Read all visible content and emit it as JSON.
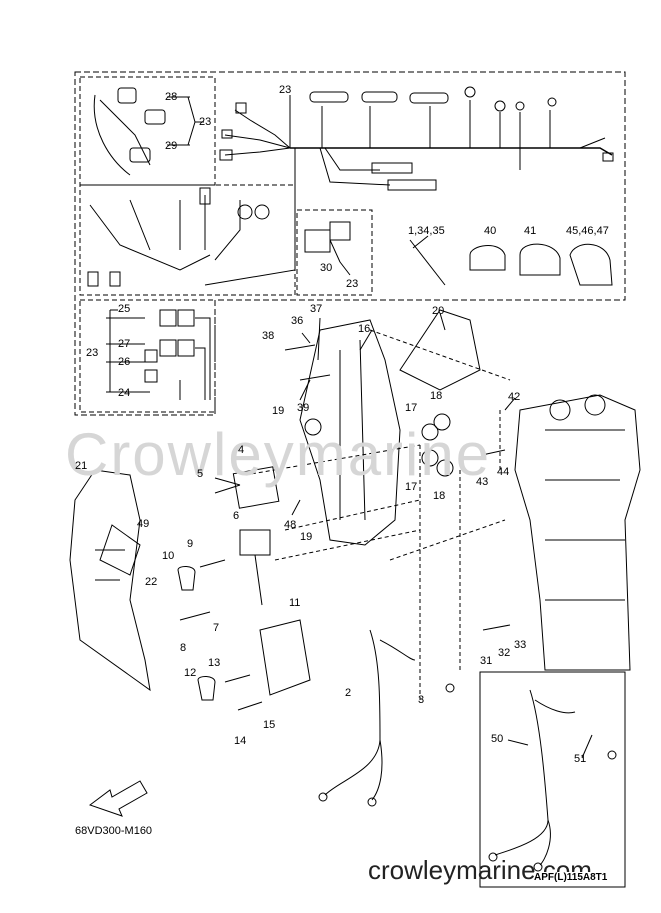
{
  "diagram_code": "68VD300-M160",
  "corner_code": "APF(L)115A8T1",
  "website": "crowleymarine.com",
  "watermark": "Crowleymarine",
  "fwd_label": "FWD",
  "callouts": [
    {
      "id": "c1",
      "text": "1,34,35"
    },
    {
      "id": "c2",
      "text": "2"
    },
    {
      "id": "c3",
      "text": "3"
    },
    {
      "id": "c4",
      "text": "4"
    },
    {
      "id": "c5",
      "text": "5"
    },
    {
      "id": "c6",
      "text": "6"
    },
    {
      "id": "c7",
      "text": "7"
    },
    {
      "id": "c8",
      "text": "8"
    },
    {
      "id": "c9",
      "text": "9"
    },
    {
      "id": "c10",
      "text": "10"
    },
    {
      "id": "c11",
      "text": "11"
    },
    {
      "id": "c12",
      "text": "12"
    },
    {
      "id": "c13",
      "text": "13"
    },
    {
      "id": "c14",
      "text": "14"
    },
    {
      "id": "c15",
      "text": "15"
    },
    {
      "id": "c16",
      "text": "16"
    },
    {
      "id": "c17a",
      "text": "17"
    },
    {
      "id": "c17b",
      "text": "17"
    },
    {
      "id": "c18a",
      "text": "18"
    },
    {
      "id": "c18b",
      "text": "18"
    },
    {
      "id": "c19a",
      "text": "19"
    },
    {
      "id": "c19b",
      "text": "19"
    },
    {
      "id": "c20",
      "text": "20"
    },
    {
      "id": "c21",
      "text": "21"
    },
    {
      "id": "c22",
      "text": "22"
    },
    {
      "id": "c23a",
      "text": "23"
    },
    {
      "id": "c23b",
      "text": "23"
    },
    {
      "id": "c23c",
      "text": "23"
    },
    {
      "id": "c23d",
      "text": "23"
    },
    {
      "id": "c24",
      "text": "24"
    },
    {
      "id": "c25",
      "text": "25"
    },
    {
      "id": "c26",
      "text": "26"
    },
    {
      "id": "c27",
      "text": "27"
    },
    {
      "id": "c28",
      "text": "28"
    },
    {
      "id": "c29",
      "text": "29"
    },
    {
      "id": "c30",
      "text": "30"
    },
    {
      "id": "c31",
      "text": "31"
    },
    {
      "id": "c32",
      "text": "32"
    },
    {
      "id": "c33",
      "text": "33"
    },
    {
      "id": "c36",
      "text": "36"
    },
    {
      "id": "c37",
      "text": "37"
    },
    {
      "id": "c38",
      "text": "38"
    },
    {
      "id": "c39",
      "text": "39"
    },
    {
      "id": "c40",
      "text": "40"
    },
    {
      "id": "c41",
      "text": "41"
    },
    {
      "id": "c42",
      "text": "42"
    },
    {
      "id": "c43",
      "text": "43"
    },
    {
      "id": "c44",
      "text": "44"
    },
    {
      "id": "c45",
      "text": "45,46,47"
    },
    {
      "id": "c48",
      "text": "48"
    },
    {
      "id": "c49",
      "text": "49"
    },
    {
      "id": "c50",
      "text": "50"
    },
    {
      "id": "c51",
      "text": "51"
    }
  ]
}
